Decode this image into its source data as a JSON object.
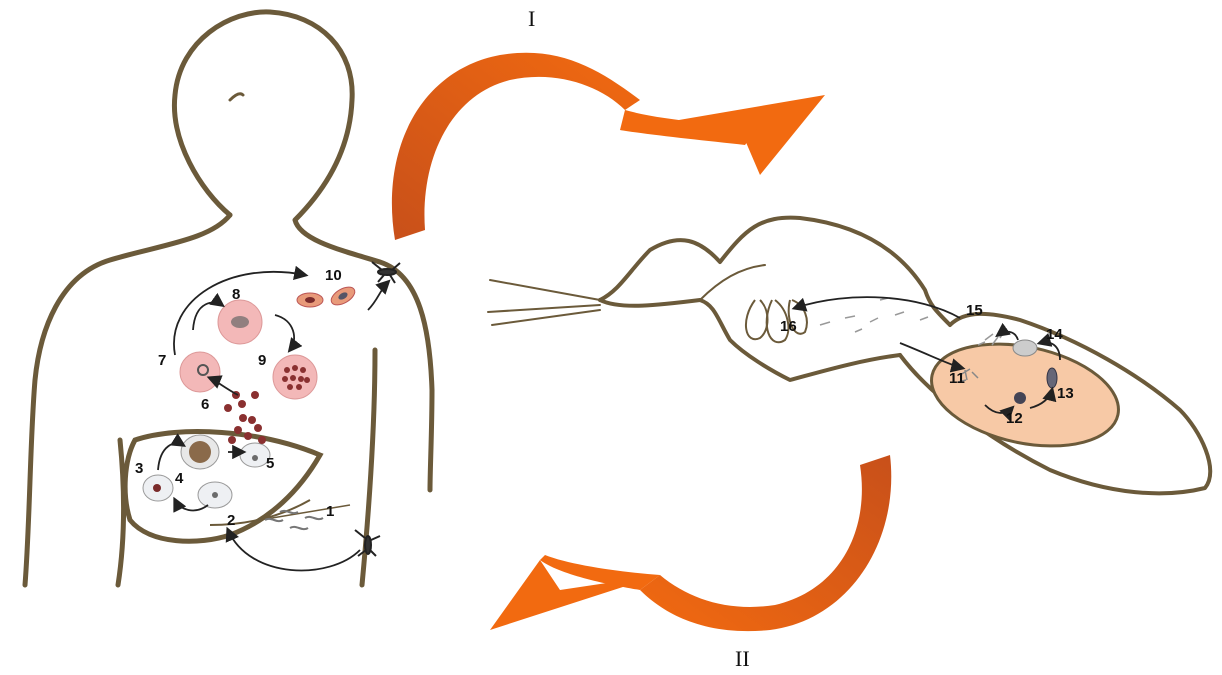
{
  "stages": {
    "top": "I",
    "bottom": "II"
  },
  "step_labels": [
    "1",
    "2",
    "3",
    "4",
    "5",
    "6",
    "7",
    "8",
    "9",
    "10",
    "11",
    "12",
    "13",
    "14",
    "15",
    "16"
  ],
  "colors": {
    "outline": "#6b5a3a",
    "orange": "#f26a10",
    "orange_dark": "#c8501a",
    "rbc": "#f3b8b8",
    "parasite": "#7a2b2b",
    "midgut": "#f7c9a6"
  }
}
